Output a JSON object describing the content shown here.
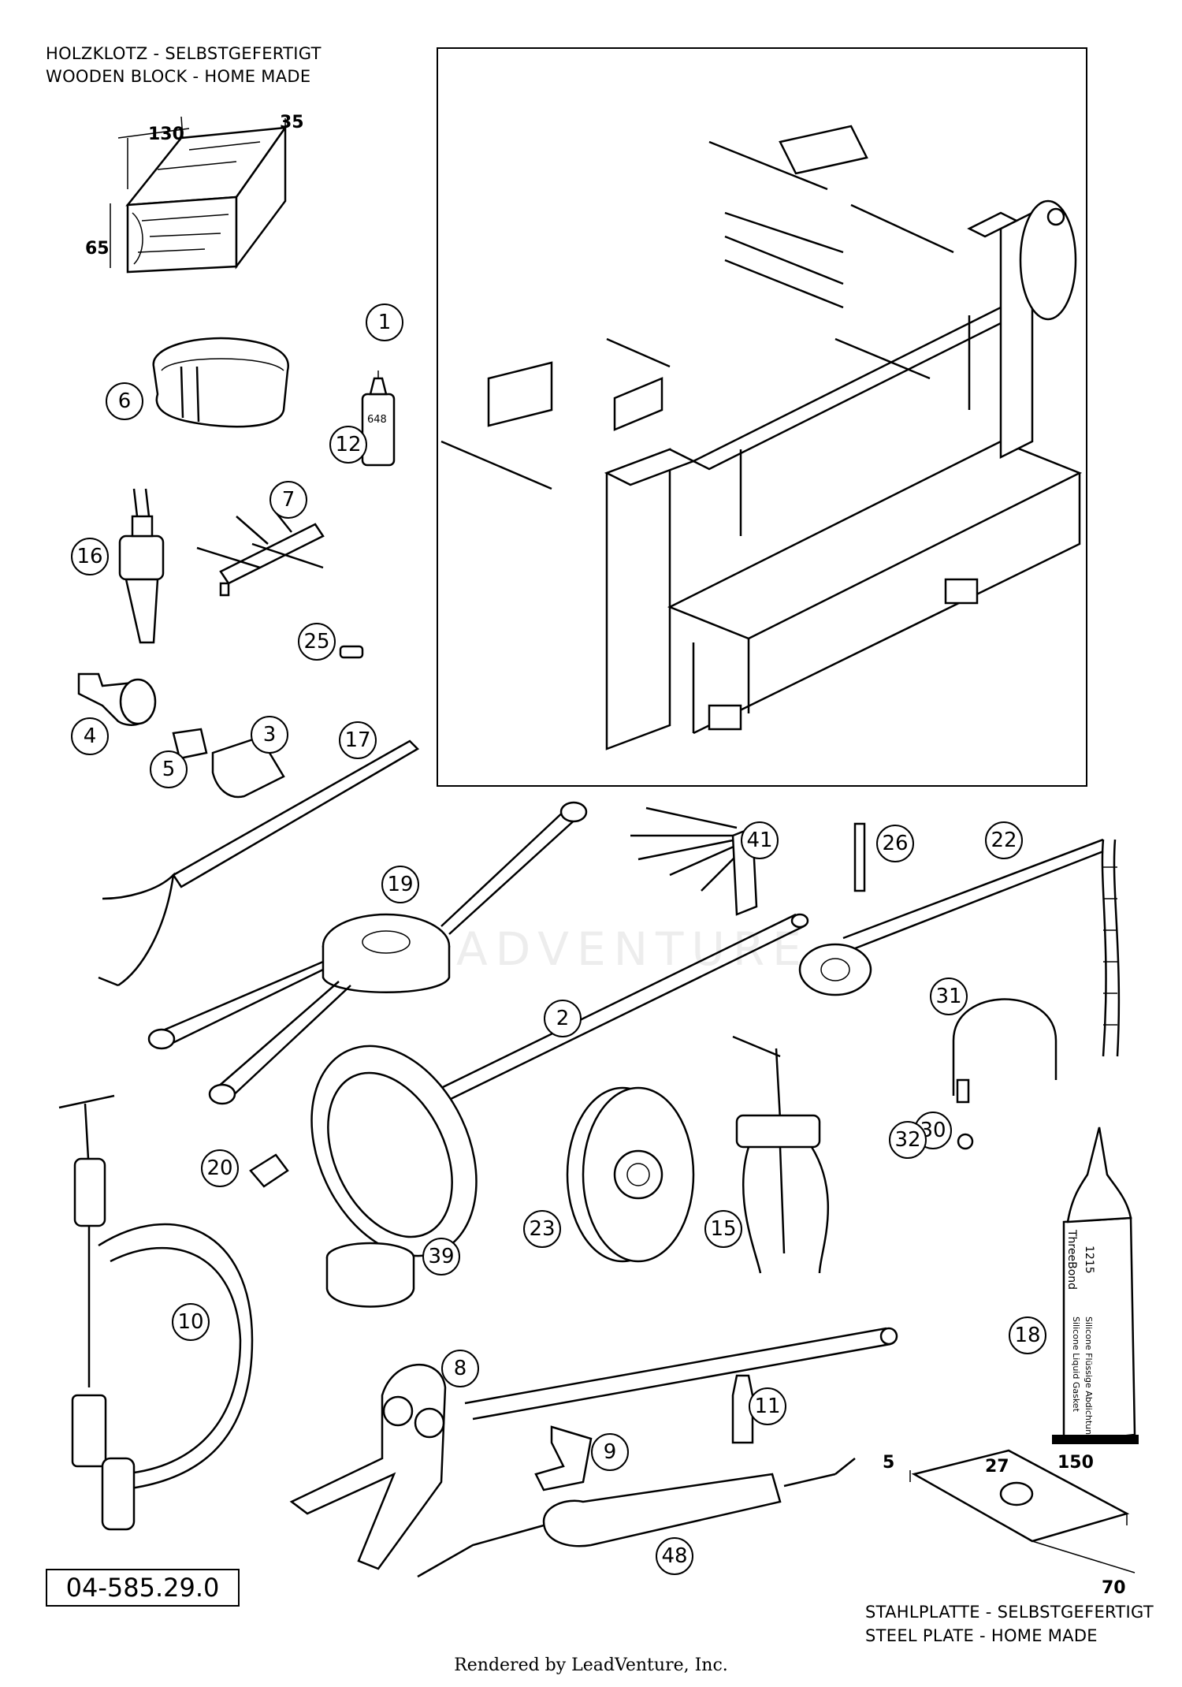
{
  "header_block": {
    "line1": "HOLZKLOTZ - SELBSTGEFERTIGT",
    "line2": "WOODEN BLOCK - HOME MADE",
    "dims": {
      "length": "130",
      "width": "35",
      "height": "65"
    }
  },
  "steel_plate": {
    "line1": "STAHLPLATTE - SELBSTGEFERTIGT",
    "line2": "STEEL PLATE - HOME MADE",
    "dims": {
      "thickness": "5",
      "hole": "27",
      "length": "150",
      "width": "70"
    }
  },
  "callouts": [
    "1",
    "2",
    "3",
    "4",
    "5",
    "6",
    "7",
    "8",
    "9",
    "10",
    "11",
    "12",
    "15",
    "16",
    "17",
    "18",
    "19",
    "20",
    "22",
    "23",
    "25",
    "26",
    "30",
    "31",
    "32",
    "39",
    "41",
    "48"
  ],
  "tube_labels": {
    "brand": "ThreeBond",
    "number": "1215",
    "text1": "Silicone Liquid Gasket",
    "text2": "Silicone Flüssige Abdichtung"
  },
  "bottle_label": "648",
  "part_number": "04-585.29.0",
  "footer": "Rendered by LeadVenture, Inc.",
  "watermark": "LEADVENTURE"
}
